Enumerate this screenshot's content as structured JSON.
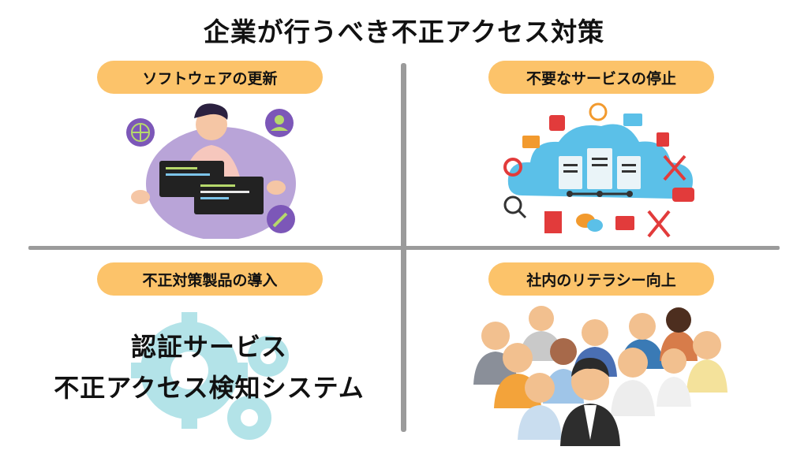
{
  "title": "企業が行うべき不正アクセス対策",
  "quadrants": [
    {
      "label": "ソフトウェアの更新"
    },
    {
      "label": "不要なサービスの停止"
    },
    {
      "label": "不正対策製品の導入",
      "items": [
        "認証サービス",
        "不正アクセス検知システム"
      ]
    },
    {
      "label": "社内のリテラシー向上"
    }
  ],
  "colors": {
    "pill": "#fcc36a",
    "divider": "#9b9b9b",
    "cloud": "#5bc0e8",
    "gear": "#b3e3e8",
    "purple": "#b9a4d8"
  }
}
